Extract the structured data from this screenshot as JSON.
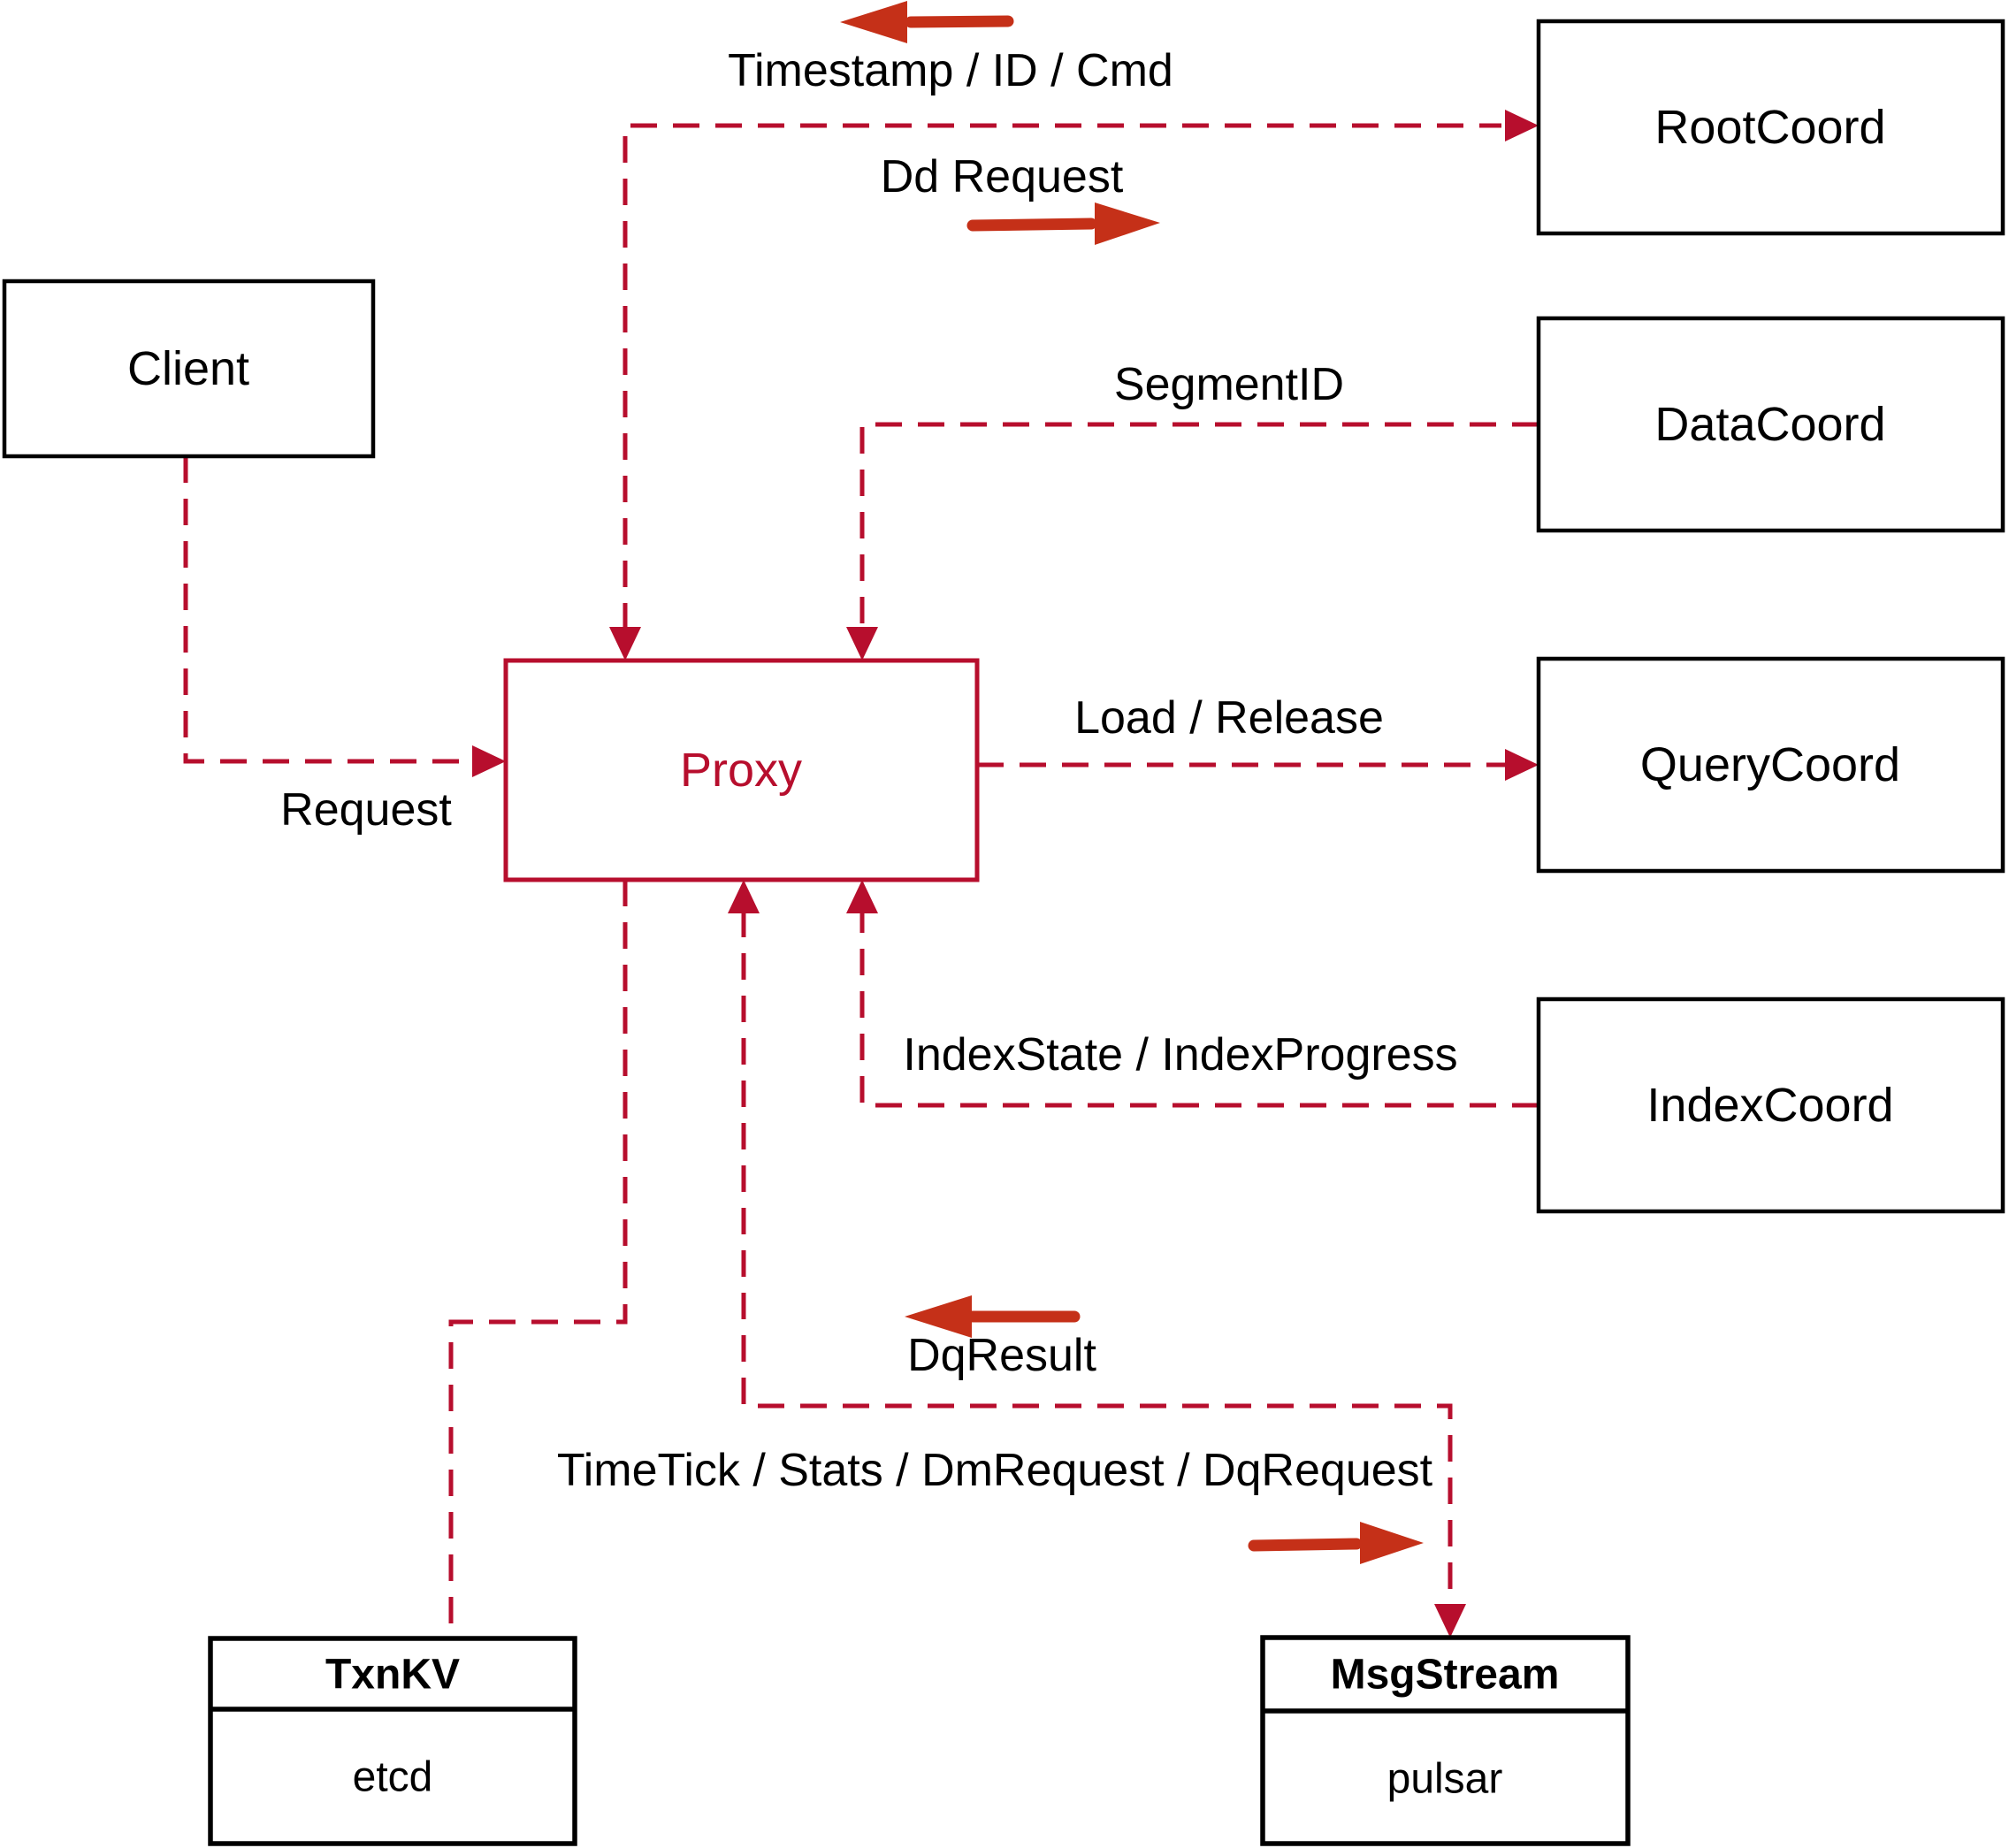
{
  "diagram": {
    "nodes": {
      "client": {
        "label": "Client"
      },
      "proxy": {
        "label": "Proxy"
      },
      "rootcoord": {
        "label": "RootCoord"
      },
      "datacoord": {
        "label": "DataCoord"
      },
      "querycoord": {
        "label": "QueryCoord"
      },
      "indexcoord": {
        "label": "IndexCoord"
      },
      "txnkv": {
        "title": "TxnKV",
        "impl": "etcd"
      },
      "msgstream": {
        "title": "MsgStream",
        "impl": "pulsar"
      }
    },
    "edges": {
      "timestamp_id_cmd": "Timestamp / ID / Cmd",
      "dd_request": "Dd Request",
      "segment_id": "SegmentID",
      "load_release": "Load / Release",
      "index_state_progress": "IndexState / IndexProgress",
      "request": "Request",
      "dq_result": "DqResult",
      "time_tick": "TimeTick / Stats / DmRequest / DqRequest"
    },
    "colors": {
      "dashed_line": "#b70e2d",
      "solid_arrow": "#c53018",
      "box_border": "#000000"
    }
  }
}
